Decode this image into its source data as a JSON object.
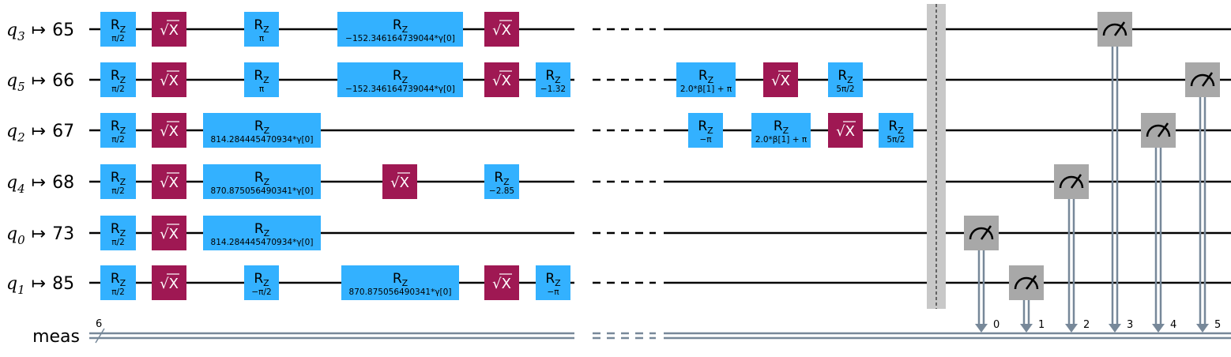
{
  "colors": {
    "wire": "#000000",
    "classical_wire": "#778899",
    "rz_fill": "#33b1ff",
    "sx_fill": "#9f1853",
    "measure_fill": "#a8a8a8",
    "barrier_fill": "#c8c8c8"
  },
  "qubits": [
    {
      "name": "q",
      "index": "3",
      "target": "65"
    },
    {
      "name": "q",
      "index": "5",
      "target": "66"
    },
    {
      "name": "q",
      "index": "2",
      "target": "67"
    },
    {
      "name": "q",
      "index": "4",
      "target": "68"
    },
    {
      "name": "q",
      "index": "0",
      "target": "73"
    },
    {
      "name": "q",
      "index": "1",
      "target": "85"
    }
  ],
  "map_arrow": "↦",
  "classical": {
    "name": "meas",
    "width_label": "6",
    "bit_labels": [
      "0",
      "1",
      "2",
      "3",
      "4",
      "5"
    ]
  },
  "gate_labels": {
    "rz": "R",
    "rz_sub": "Z",
    "sx": "√X"
  },
  "gates": [
    {
      "type": "rz",
      "row": 0,
      "col": "a",
      "param": "π/2"
    },
    {
      "type": "sx",
      "row": 0,
      "col": "b"
    },
    {
      "type": "rz",
      "row": 0,
      "col": "c",
      "param": "π"
    },
    {
      "type": "rz",
      "row": 0,
      "col": "d",
      "param": "−152.346164739044*γ[0]"
    },
    {
      "type": "sx",
      "row": 0,
      "col": "e"
    },
    {
      "type": "rz",
      "row": 1,
      "col": "a",
      "param": "π/2"
    },
    {
      "type": "sx",
      "row": 1,
      "col": "b"
    },
    {
      "type": "rz",
      "row": 1,
      "col": "c",
      "param": "π"
    },
    {
      "type": "rz",
      "row": 1,
      "col": "d",
      "param": "−152.346164739044*γ[0]"
    },
    {
      "type": "sx",
      "row": 1,
      "col": "e"
    },
    {
      "type": "rz",
      "row": 1,
      "col": "f",
      "param": "−1.32"
    },
    {
      "type": "rz",
      "row": 1,
      "col": "r1",
      "param": "2.0*β[1] + π"
    },
    {
      "type": "sx",
      "row": 1,
      "col": "r2"
    },
    {
      "type": "rz",
      "row": 1,
      "col": "r3",
      "param": "5π/2"
    },
    {
      "type": "rz",
      "row": 2,
      "col": "a",
      "param": "π/2"
    },
    {
      "type": "sx",
      "row": 2,
      "col": "b"
    },
    {
      "type": "rz",
      "row": 2,
      "col": "g",
      "param": "814.284445470934*γ[0]"
    },
    {
      "type": "rz",
      "row": 2,
      "col": "r4",
      "param": "−π"
    },
    {
      "type": "rz",
      "row": 2,
      "col": "r5",
      "param": "2.0*β[1] + π"
    },
    {
      "type": "sx",
      "row": 2,
      "col": "r6"
    },
    {
      "type": "rz",
      "row": 2,
      "col": "r7",
      "param": "5π/2"
    },
    {
      "type": "rz",
      "row": 3,
      "col": "a",
      "param": "π/2"
    },
    {
      "type": "sx",
      "row": 3,
      "col": "b"
    },
    {
      "type": "rz",
      "row": 3,
      "col": "g",
      "param": "870.875056490341*γ[0]"
    },
    {
      "type": "sx",
      "row": 3,
      "col": "h"
    },
    {
      "type": "rz",
      "row": 3,
      "col": "e",
      "param": "−2.85"
    },
    {
      "type": "rz",
      "row": 4,
      "col": "a",
      "param": "π/2"
    },
    {
      "type": "sx",
      "row": 4,
      "col": "b"
    },
    {
      "type": "rz",
      "row": 4,
      "col": "g",
      "param": "814.284445470934*γ[0]"
    },
    {
      "type": "rz",
      "row": 5,
      "col": "a",
      "param": "π/2"
    },
    {
      "type": "sx",
      "row": 5,
      "col": "b"
    },
    {
      "type": "rz",
      "row": 5,
      "col": "c",
      "param": "−π/2"
    },
    {
      "type": "rz",
      "row": 5,
      "col": "i",
      "param": "870.875056490341*γ[0]"
    },
    {
      "type": "sx",
      "row": 5,
      "col": "e"
    },
    {
      "type": "rz",
      "row": 5,
      "col": "f",
      "param": "−π"
    }
  ],
  "measurements": [
    {
      "row": 4,
      "bit": 0
    },
    {
      "row": 5,
      "bit": 1
    },
    {
      "row": 3,
      "bit": 2
    },
    {
      "row": 0,
      "bit": 3
    },
    {
      "row": 2,
      "bit": 4
    },
    {
      "row": 1,
      "bit": 5
    }
  ]
}
